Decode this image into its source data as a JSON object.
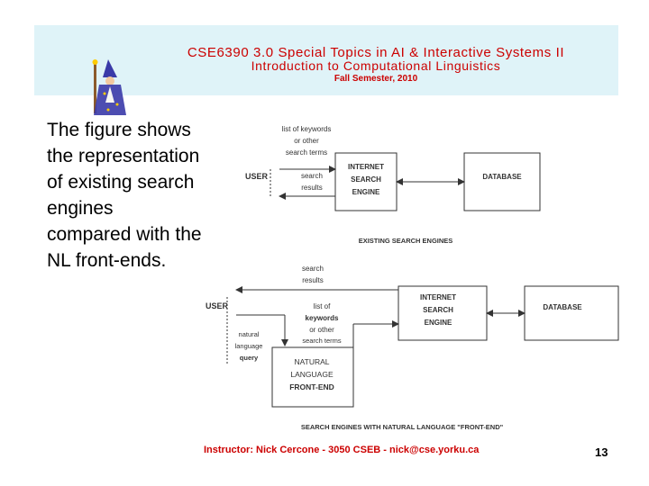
{
  "header": {
    "course_title": "CSE6390 3.0 Special Topics in AI & Interactive Systems II",
    "subtitle": "Introduction to Computational Linguistics",
    "semester": "Fall Semester, 2010"
  },
  "body": {
    "text": "The figure shows the representation of existing search engines compared with the NL front-ends."
  },
  "diagram_top": {
    "user": "USER",
    "keywords_l1": "list of keywords",
    "keywords_l2": "or other",
    "keywords_l3": "search terms",
    "results_l1": "search",
    "results_l2": "results",
    "engine_l1": "INTERNET",
    "engine_l2": "SEARCH",
    "engine_l3": "ENGINE",
    "database": "DATABASE",
    "caption": "EXISTING SEARCH ENGINES"
  },
  "diagram_bottom": {
    "user": "USER",
    "results_l1": "search",
    "results_l2": "results",
    "keywords_l1": "list of",
    "keywords_l2": "keywords",
    "keywords_l3": "or other",
    "keywords_l4": "search terms",
    "query_l1": "natural",
    "query_l2": "language",
    "query_l3": "query",
    "engine_l1": "INTERNET",
    "engine_l2": "SEARCH",
    "engine_l3": "ENGINE",
    "database": "DATABASE",
    "frontend_l1": "NATURAL",
    "frontend_l2": "LANGUAGE",
    "frontend_l3": "FRONT-END",
    "caption": "SEARCH ENGINES WITH NATURAL LANGUAGE \"FRONT-END\""
  },
  "footer": {
    "instructor": "Instructor: Nick Cercone - 3050 CSEB - nick@cse.yorku.ca",
    "page_number": "13"
  }
}
